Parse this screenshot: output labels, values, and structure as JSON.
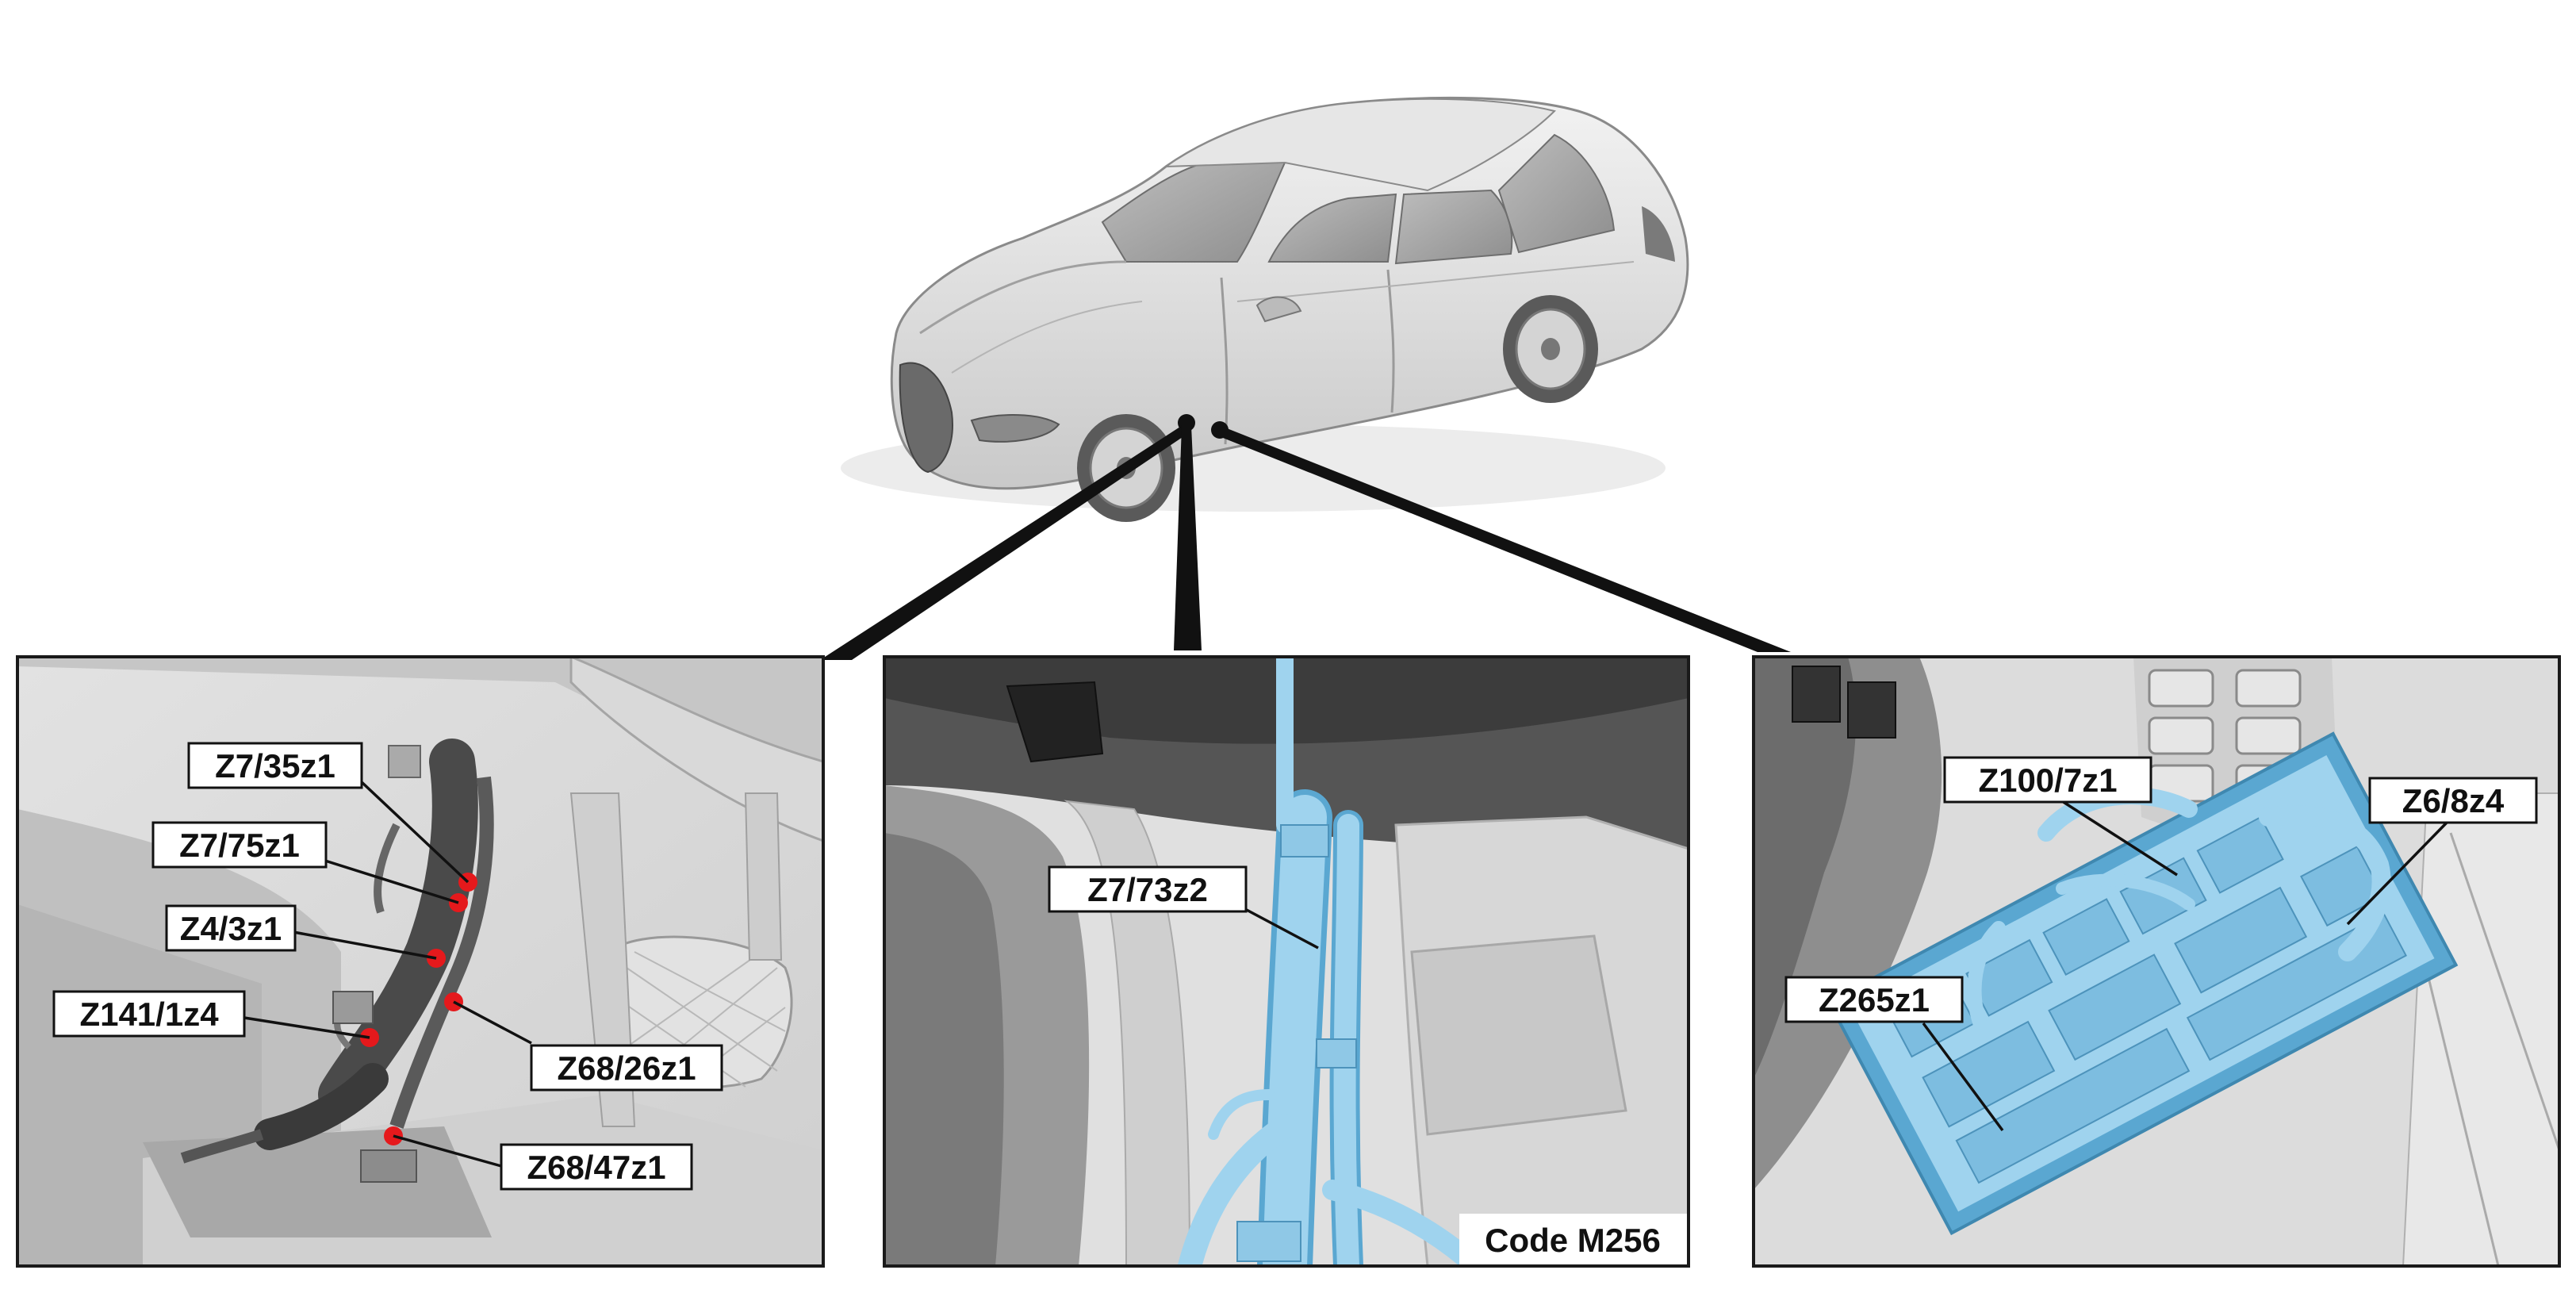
{
  "colors": {
    "harness": "#9fd3ee",
    "harness_dark": "#5aa7d1",
    "marker": "#e5191c",
    "frame": "#1a1a1a"
  },
  "vehicle": {
    "icon": "sedan-car-icon"
  },
  "panels": [
    {
      "id": "left",
      "callouts": [
        {
          "label": "Z7/35z1"
        },
        {
          "label": "Z7/75z1"
        },
        {
          "label": "Z4/3z1"
        },
        {
          "label": "Z141/1z4"
        },
        {
          "label": "Z68/26z1"
        },
        {
          "label": "Z68/47z1"
        }
      ]
    },
    {
      "id": "center",
      "callouts": [
        {
          "label": "Z7/73z2"
        }
      ],
      "footnote": "Code M256"
    },
    {
      "id": "right",
      "callouts": [
        {
          "label": "Z100/7z1"
        },
        {
          "label": "Z6/8z4"
        },
        {
          "label": "Z265z1"
        }
      ]
    }
  ]
}
